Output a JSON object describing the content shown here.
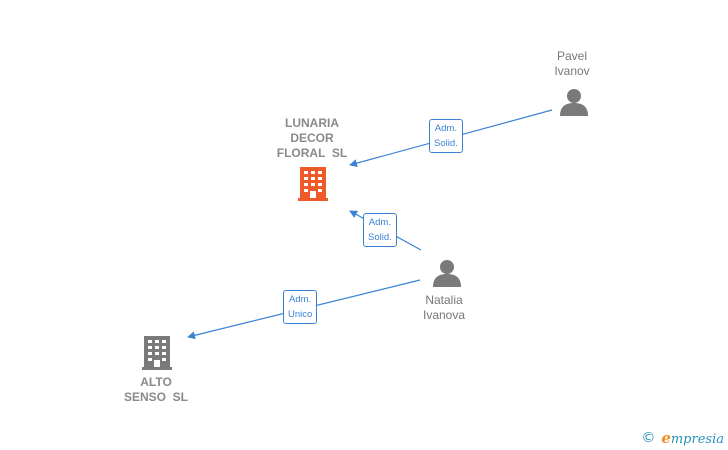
{
  "nodes": {
    "lunaria": {
      "label": "LUNARIA\nDECOR\nFLORAL  SL",
      "type": "company",
      "color": "#ef5a2a"
    },
    "alto": {
      "label": "ALTO\nSENSO  SL",
      "type": "company",
      "color": "#7a7a7a"
    },
    "pavel": {
      "label": "Pavel\nIvanov",
      "type": "person",
      "color": "#7a7a7a"
    },
    "natalia": {
      "label": "Natalia\nIvanova",
      "type": "person",
      "color": "#7a7a7a"
    }
  },
  "edges": [
    {
      "from": "pavel",
      "to": "lunaria",
      "label": "Adm.\nSolid."
    },
    {
      "from": "natalia",
      "to": "lunaria",
      "label": "Adm.\nSolid."
    },
    {
      "from": "natalia",
      "to": "alto",
      "label": "Adm.\nUnico"
    }
  ],
  "colors": {
    "edge": "#3b82d6"
  },
  "footer": {
    "copyright": "©",
    "brand_initial": "e",
    "brand_rest": "mpresia"
  }
}
